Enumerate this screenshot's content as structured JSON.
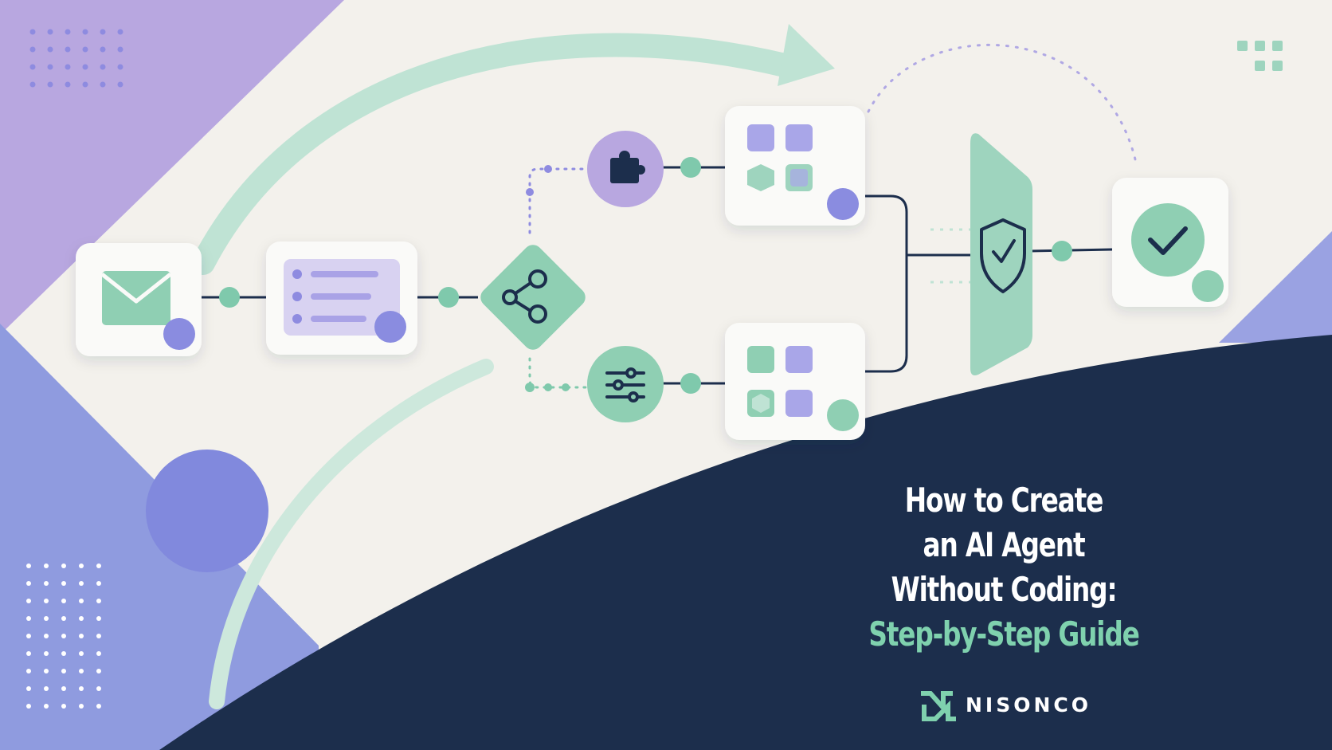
{
  "title": {
    "line1": "How to Create",
    "line2": "an AI Agent",
    "line3": "Without Coding:",
    "line4": "Step-by-Step Guide"
  },
  "brand": {
    "name": "NISONCO"
  },
  "colors": {
    "navy": "#1C2E4C",
    "mint": "#7FC9AC",
    "mint_light": "#BFE3D4",
    "lavender": "#B8A7E0",
    "periwinkle": "#8B93DE",
    "indigo_dot": "#8A8CE0",
    "cream": "#F3F1EC",
    "card": "#FAFAF8",
    "title_accent": "#7FD1AE"
  },
  "diagram": {
    "nodes": [
      {
        "id": "email",
        "icon": "envelope-icon"
      },
      {
        "id": "list",
        "icon": "list-icon"
      },
      {
        "id": "router",
        "icon": "share-branch-icon"
      },
      {
        "id": "plugin",
        "icon": "puzzle-piece-icon"
      },
      {
        "id": "settings",
        "icon": "sliders-icon"
      },
      {
        "id": "modules-top",
        "icon": "grid-icon"
      },
      {
        "id": "modules-bottom",
        "icon": "grid-icon"
      },
      {
        "id": "guard",
        "icon": "shield-check-icon"
      },
      {
        "id": "done",
        "icon": "check-circle-icon"
      }
    ]
  }
}
